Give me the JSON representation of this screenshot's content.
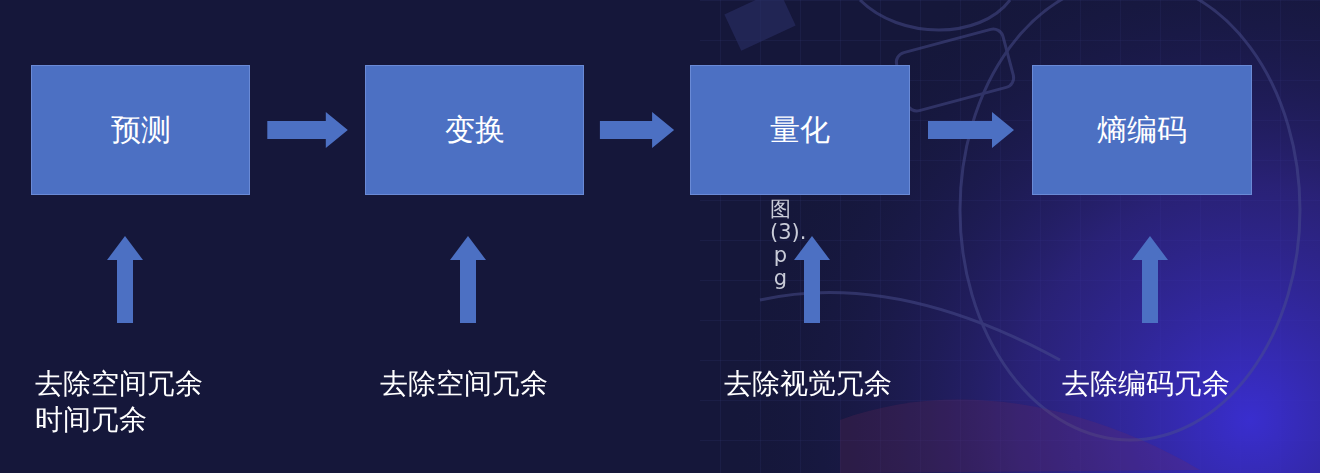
{
  "diagram": {
    "nodes": [
      {
        "text": [
          "预测"
        ]
      },
      {
        "text": [
          "变换"
        ]
      },
      {
        "text": [
          "量化"
        ]
      },
      {
        "text": [
          "熵编码"
        ]
      }
    ],
    "edges": [
      {
        "from": 0,
        "to": 1,
        "arrow": "to"
      },
      {
        "from": 1,
        "to": 2,
        "arrow": "to"
      },
      {
        "from": 2,
        "to": 3,
        "arrow": "to"
      }
    ],
    "labels": [
      "去除空间冗余 时间冗余",
      "去除空间冗余",
      "去除视觉冗余",
      "去除编码冗余",
      "图(3).pg"
    ]
  }
}
